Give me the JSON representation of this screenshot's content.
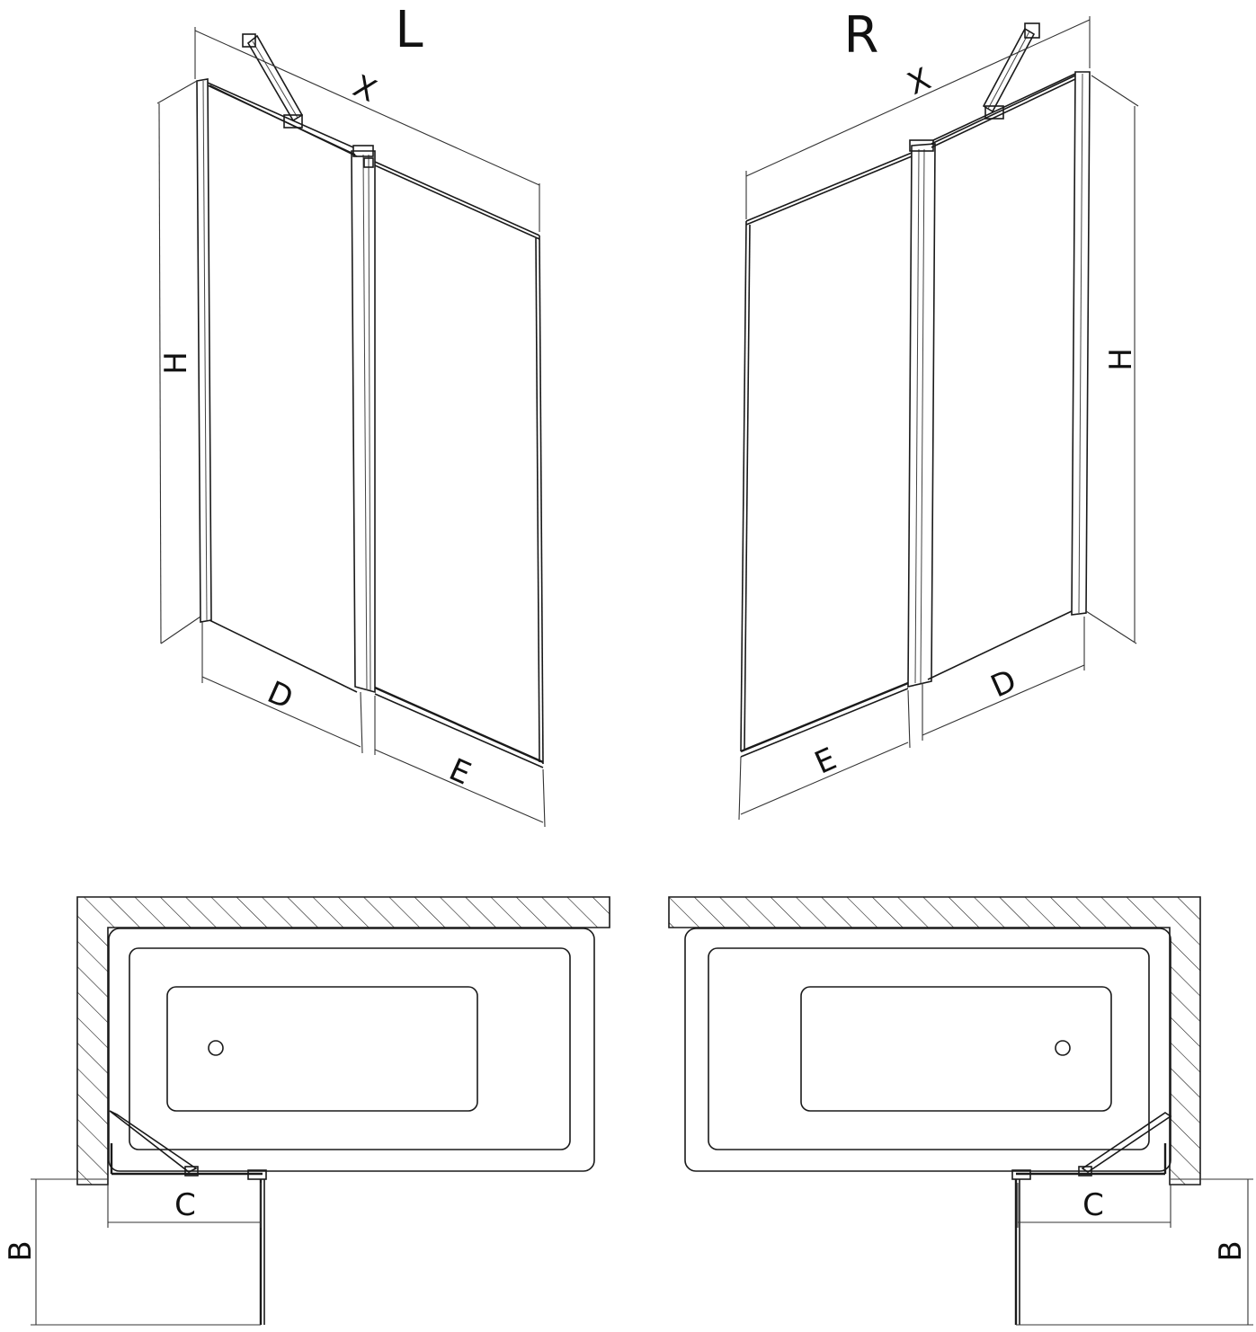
{
  "variants": {
    "left": {
      "title": "L",
      "labels": {
        "x": "X",
        "h": "H",
        "d": "D",
        "e": "E",
        "c": "C",
        "b": "B"
      }
    },
    "right": {
      "title": "R",
      "labels": {
        "x": "X",
        "h": "H",
        "d": "D",
        "e": "E",
        "c": "C",
        "b": "B"
      }
    }
  },
  "colors": {
    "line": "#1a1a1a",
    "background": "#ffffff"
  }
}
